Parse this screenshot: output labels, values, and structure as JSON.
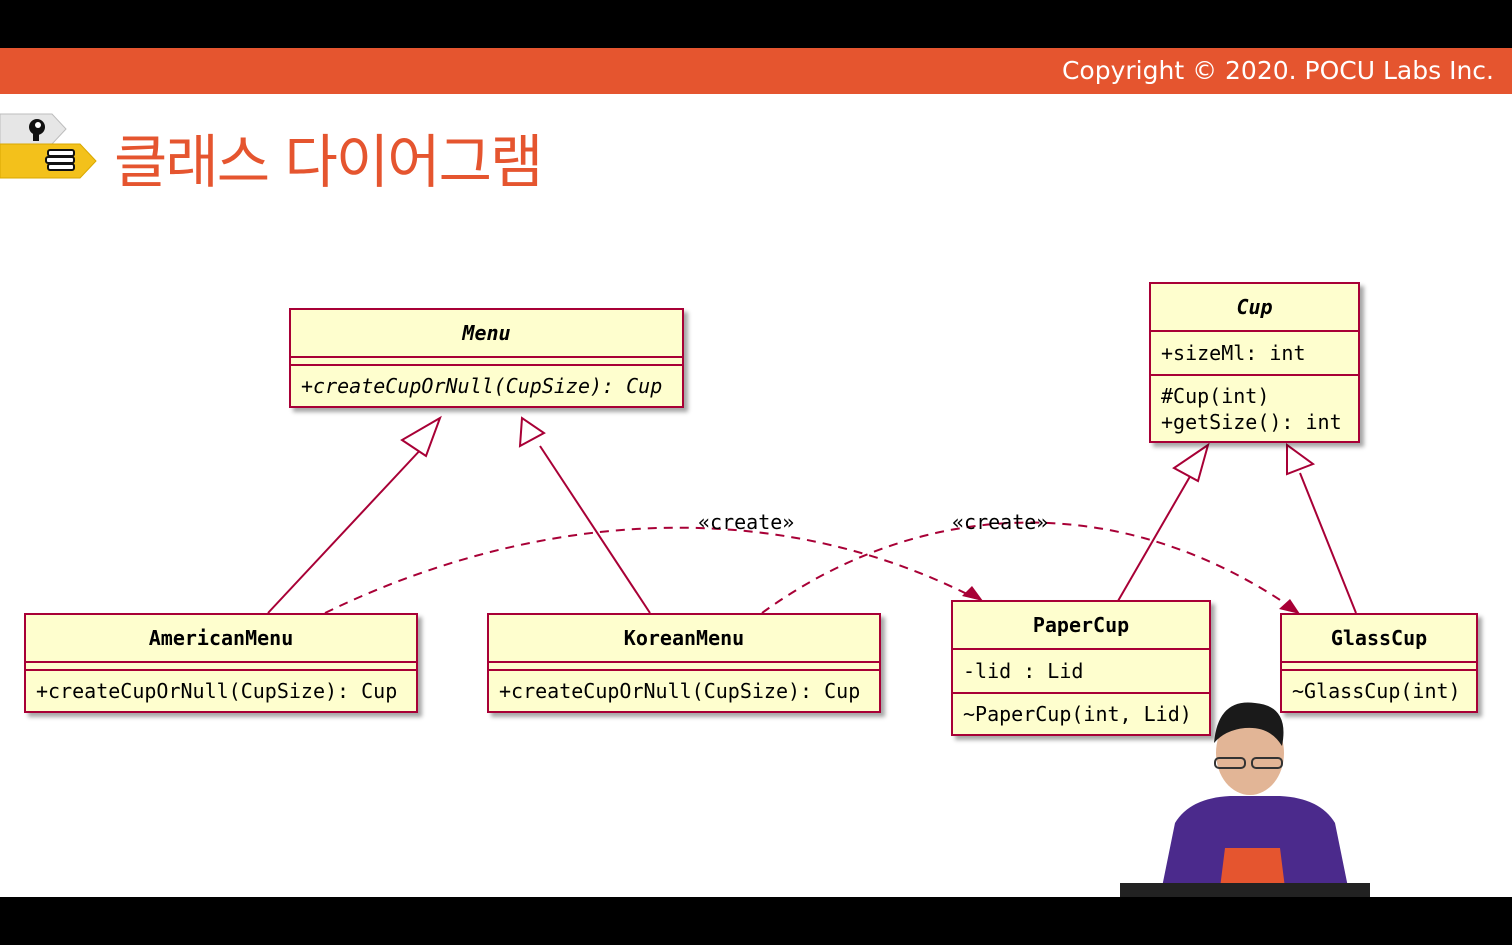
{
  "header": {
    "copyright": "Copyright © 2020. POCU Labs Inc."
  },
  "slide": {
    "title": "클래스 다이어그램",
    "icons": [
      "brain-head-icon",
      "book-stack-icon"
    ]
  },
  "diagram": {
    "classes": {
      "menu": {
        "name": "Menu",
        "abstract": true,
        "attributes": [],
        "methods": [
          "+createCupOrNull(CupSize): Cup"
        ]
      },
      "american_menu": {
        "name": "AmericanMenu",
        "attributes": [],
        "methods": [
          "+createCupOrNull(CupSize): Cup"
        ]
      },
      "korean_menu": {
        "name": "KoreanMenu",
        "attributes": [],
        "methods": [
          "+createCupOrNull(CupSize): Cup"
        ]
      },
      "cup": {
        "name": "Cup",
        "abstract": true,
        "attributes": [
          "+sizeMl: int"
        ],
        "methods": [
          "#Cup(int)",
          "+getSize(): int"
        ]
      },
      "paper_cup": {
        "name": "PaperCup",
        "attributes": [
          "-lid : Lid"
        ],
        "methods": [
          "~PaperCup(int, Lid)"
        ]
      },
      "glass_cup": {
        "name": "GlassCup",
        "attributes": [],
        "methods": [
          "~GlassCup(int)"
        ]
      }
    },
    "relations": [
      {
        "type": "inheritance",
        "from": "AmericanMenu",
        "to": "Menu"
      },
      {
        "type": "inheritance",
        "from": "KoreanMenu",
        "to": "Menu"
      },
      {
        "type": "inheritance",
        "from": "PaperCup",
        "to": "Cup"
      },
      {
        "type": "inheritance",
        "from": "GlassCup",
        "to": "Cup"
      },
      {
        "type": "dependency",
        "from": "AmericanMenu",
        "to": "PaperCup",
        "label": "«create»"
      },
      {
        "type": "dependency",
        "from": "KoreanMenu",
        "to": "GlassCup",
        "label": "«create»"
      }
    ]
  },
  "colors": {
    "accent": "#E5552F",
    "uml_fill": "#FEFECE",
    "uml_border": "#A80036"
  }
}
